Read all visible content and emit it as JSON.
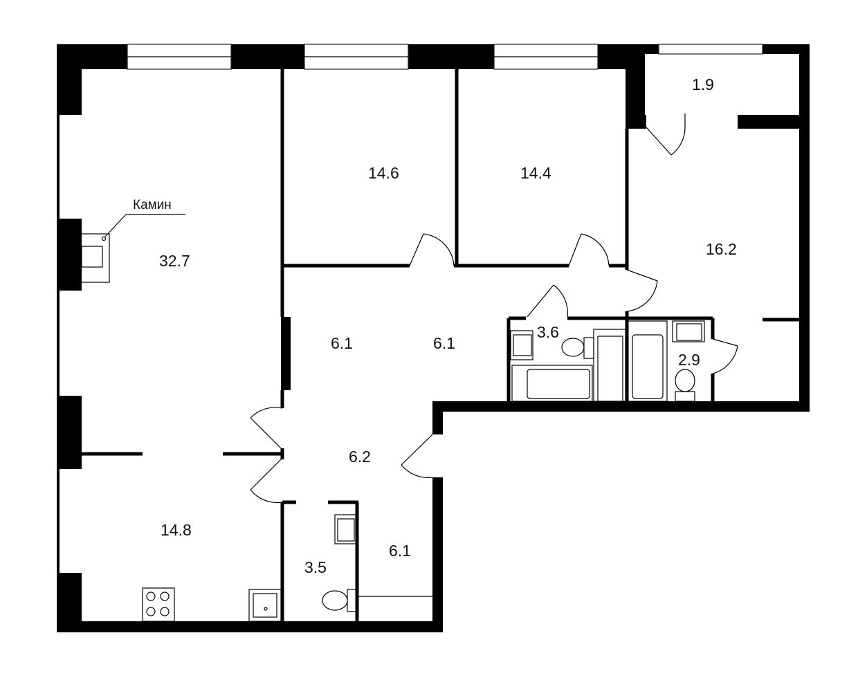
{
  "rooms": [
    {
      "id": "living",
      "area": "32.7"
    },
    {
      "id": "bedroom-1",
      "area": "14.6"
    },
    {
      "id": "bedroom-2",
      "area": "14.4"
    },
    {
      "id": "balcony",
      "area": "1.9"
    },
    {
      "id": "bedroom-3",
      "area": "16.2"
    },
    {
      "id": "hall-left",
      "area": "6.1"
    },
    {
      "id": "hall-right",
      "area": "6.1"
    },
    {
      "id": "bathroom-1",
      "area": "3.6"
    },
    {
      "id": "bathroom-2",
      "area": "2.9"
    },
    {
      "id": "hall-entry",
      "area": "6.2"
    },
    {
      "id": "kitchen",
      "area": "14.8"
    },
    {
      "id": "wc",
      "area": "3.5"
    },
    {
      "id": "storage",
      "area": "6.1"
    }
  ],
  "annotations": {
    "fireplace": "Камин"
  }
}
